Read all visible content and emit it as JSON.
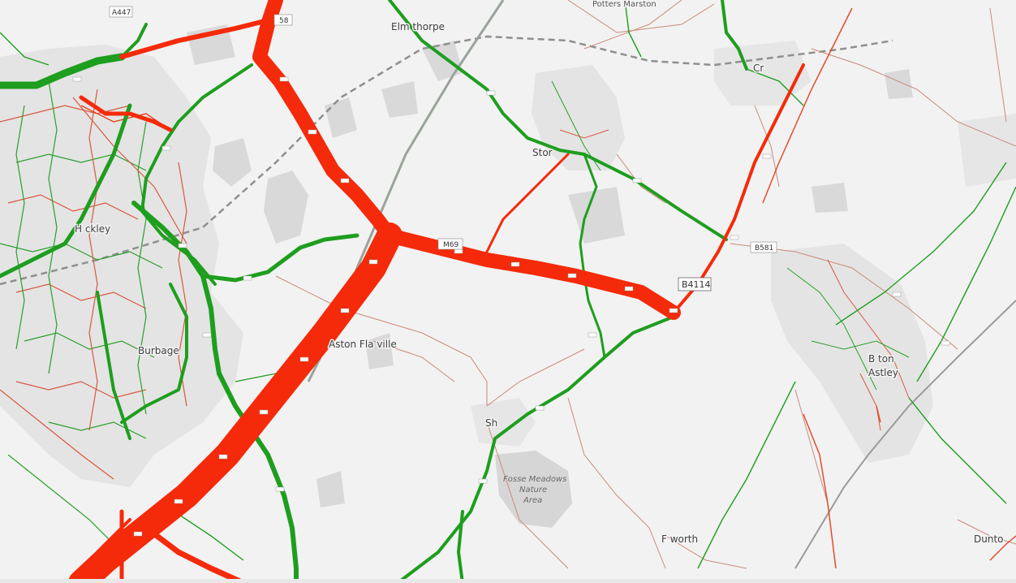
{
  "map": {
    "colors": {
      "background": "#f2f2f2",
      "urban": "#e2e2e2",
      "buildings": "#cfcfcf",
      "woods": "#d8d8d8",
      "water": "#c9c9c9",
      "minor_road": "#c98b7a",
      "railway": "#8c8c8c",
      "flow_high": "#f42a0a",
      "flow_low": "#1e9e1e"
    },
    "places": {
      "hinckley": "H   ckley",
      "burbage": "Burbage",
      "elmesthorpe": "Elm    thorpe",
      "potters_marston": "Potters Marston",
      "croft": "Cr",
      "stoney_stanton": "Stor",
      "aston_flamville": "Aston Fla   ville",
      "broughton_astley_1": "B    ton",
      "broughton_astley_2": "Astley",
      "sharnford": "Sh",
      "frolesworth": "F      worth",
      "dunton": "Dunto"
    },
    "area_labels": {
      "fosse_meadows_1": "Fosse Meadows",
      "fosse_meadows_2": "Nature",
      "fosse_meadows_3": "Area"
    },
    "road_refs": {
      "a447": "A447",
      "a5_top": "58",
      "m69": "M69",
      "b4114": "B4114",
      "b581": "B581"
    },
    "icons": {
      "link_label": "road-segment-label-icon"
    }
  }
}
